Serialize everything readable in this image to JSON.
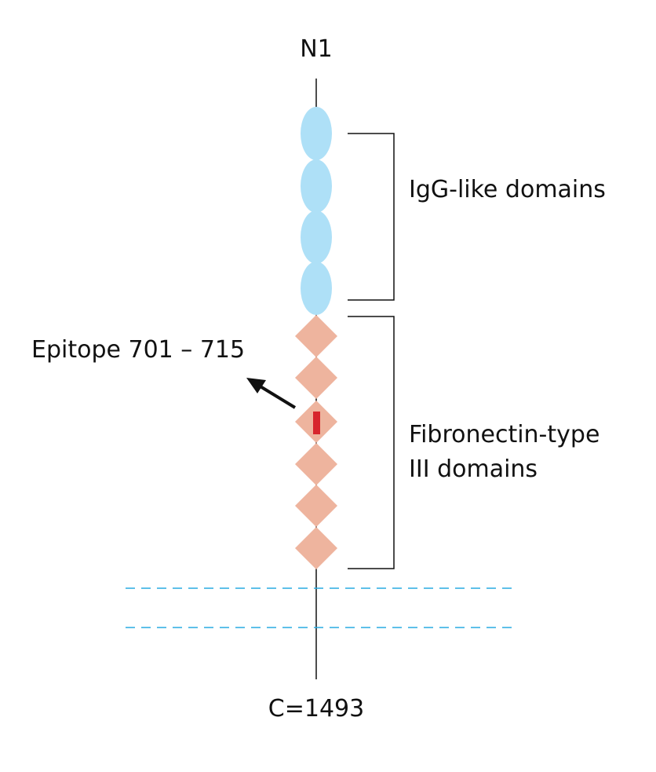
{
  "labels": {
    "n_terminus": "N1",
    "c_terminus": "C=1493",
    "igg_bracket": "IgG-like domains",
    "fn_bracket_line1": "Fibronectin-type",
    "fn_bracket_line2": "III domains",
    "epitope": "Epitope 701 – 715"
  },
  "domains": {
    "igg_count": 4,
    "fn3_count": 6,
    "epitope_domain_index": 3
  },
  "colors": {
    "igg": "#aee0f7",
    "fn3": "#eeb49e",
    "epitope": "#d7262d",
    "membrane": "#29abe2",
    "line": "#111111"
  }
}
